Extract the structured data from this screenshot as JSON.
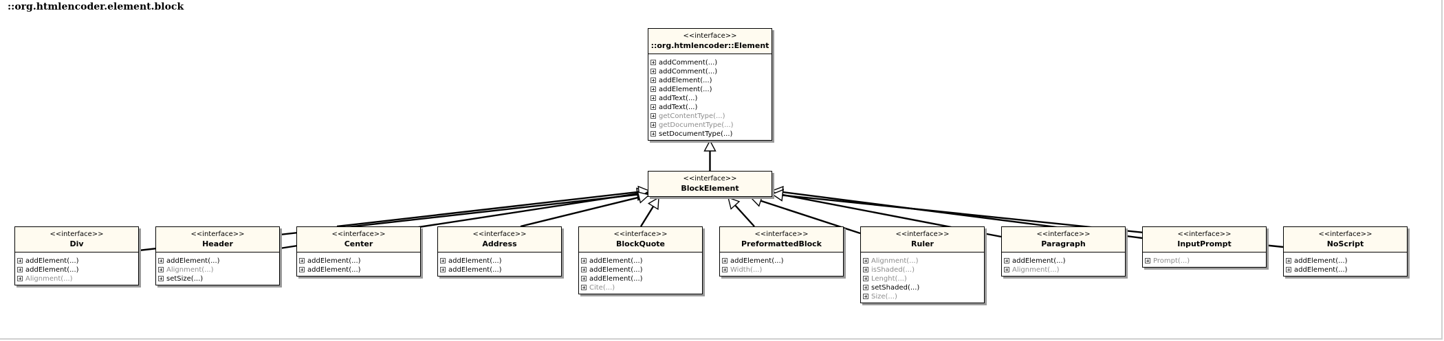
{
  "package": {
    "title": "::org.htmlencoder.element.block"
  },
  "classes": [
    {
      "id": "element",
      "stereotype": "<<interface>>",
      "name": "::org.htmlencoder::Element",
      "ops": [
        {
          "text": "addComment(...)",
          "muted": false
        },
        {
          "text": "addComment(...)",
          "muted": false
        },
        {
          "text": "addElement(...)",
          "muted": false
        },
        {
          "text": "addElement(...)",
          "muted": false
        },
        {
          "text": "addText(...)",
          "muted": false
        },
        {
          "text": "addText(...)",
          "muted": false
        },
        {
          "text": "getContentType(...)",
          "muted": true
        },
        {
          "text": "getDocumentType(...)",
          "muted": true
        },
        {
          "text": "setDocumentType(...)",
          "muted": false
        }
      ]
    },
    {
      "id": "blockelement",
      "stereotype": "<<interface>>",
      "name": "BlockElement",
      "ops": []
    },
    {
      "id": "div",
      "stereotype": "<<interface>>",
      "name": "Div",
      "ops": [
        {
          "text": "addElement(...)",
          "muted": false
        },
        {
          "text": "addElement(...)",
          "muted": false
        },
        {
          "text": "Alignment(...)",
          "muted": true
        }
      ]
    },
    {
      "id": "header",
      "stereotype": "<<interface>>",
      "name": "Header",
      "ops": [
        {
          "text": "addElement(...)",
          "muted": false
        },
        {
          "text": "Alignment(...)",
          "muted": true
        },
        {
          "text": "setSize(...)",
          "muted": false
        }
      ]
    },
    {
      "id": "center",
      "stereotype": "<<interface>>",
      "name": "Center",
      "ops": [
        {
          "text": "addElement(...)",
          "muted": false
        },
        {
          "text": "addElement(...)",
          "muted": false
        }
      ]
    },
    {
      "id": "address",
      "stereotype": "<<interface>>",
      "name": "Address",
      "ops": [
        {
          "text": "addElement(...)",
          "muted": false
        },
        {
          "text": "addElement(...)",
          "muted": false
        }
      ]
    },
    {
      "id": "blockquote",
      "stereotype": "<<interface>>",
      "name": "BlockQuote",
      "ops": [
        {
          "text": "addElement(...)",
          "muted": false
        },
        {
          "text": "addElement(...)",
          "muted": false
        },
        {
          "text": "addElement(...)",
          "muted": false
        },
        {
          "text": "Cite(...)",
          "muted": true
        }
      ]
    },
    {
      "id": "preformattedblock",
      "stereotype": "<<interface>>",
      "name": "PreformattedBlock",
      "ops": [
        {
          "text": "addElement(...)",
          "muted": false
        },
        {
          "text": "Width(...)",
          "muted": true
        }
      ]
    },
    {
      "id": "ruler",
      "stereotype": "<<interface>>",
      "name": "Ruler",
      "ops": [
        {
          "text": "Alignment(...)",
          "muted": true
        },
        {
          "text": "isShaded(...)",
          "muted": true
        },
        {
          "text": "Lenght(...)",
          "muted": true
        },
        {
          "text": "setShaded(...)",
          "muted": false
        },
        {
          "text": "Size(...)",
          "muted": true
        }
      ]
    },
    {
      "id": "paragraph",
      "stereotype": "<<interface>>",
      "name": "Paragraph",
      "ops": [
        {
          "text": "addElement(...)",
          "muted": false
        },
        {
          "text": "Alignment(...)",
          "muted": true
        }
      ]
    },
    {
      "id": "inputprompt",
      "stereotype": "<<interface>>",
      "name": "InputPrompt",
      "ops": [
        {
          "text": "Prompt(...)",
          "muted": true
        }
      ]
    },
    {
      "id": "noscript",
      "stereotype": "<<interface>>",
      "name": "NoScript",
      "ops": [
        {
          "text": "addElement(...)",
          "muted": false
        },
        {
          "text": "addElement(...)",
          "muted": false
        }
      ]
    }
  ],
  "generalizations": [
    {
      "from": "blockelement",
      "to": "element"
    },
    {
      "from": "div",
      "to": "blockelement"
    },
    {
      "from": "header",
      "to": "blockelement"
    },
    {
      "from": "center",
      "to": "blockelement"
    },
    {
      "from": "address",
      "to": "blockelement"
    },
    {
      "from": "blockquote",
      "to": "blockelement"
    },
    {
      "from": "preformattedblock",
      "to": "blockelement"
    },
    {
      "from": "ruler",
      "to": "blockelement"
    },
    {
      "from": "paragraph",
      "to": "blockelement"
    },
    {
      "from": "inputprompt",
      "to": "blockelement"
    },
    {
      "from": "noscript",
      "to": "blockelement"
    }
  ]
}
